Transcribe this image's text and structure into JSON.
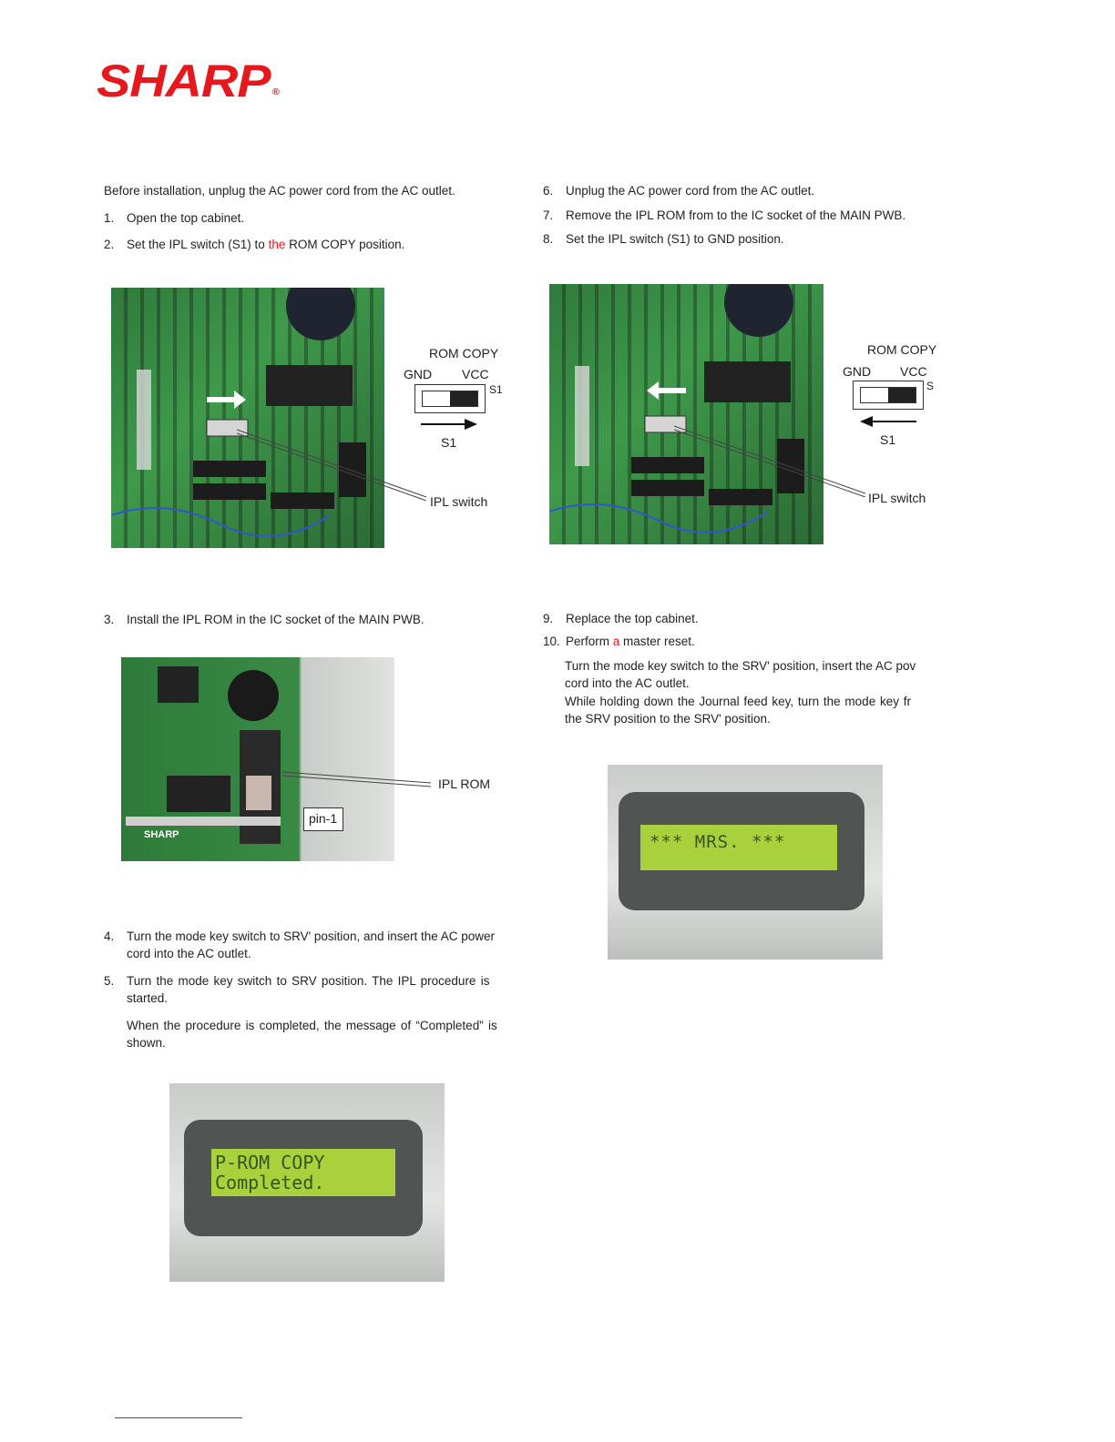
{
  "brand": {
    "logo_text": "SHARP",
    "registered": "®"
  },
  "left": {
    "intro": "Before installation, unplug the AC power cord from the AC outlet.",
    "steps_a": [
      {
        "num": "1.",
        "text": "Open the top cabinet."
      },
      {
        "num": "2.",
        "pre": "Set the IPL switch (S1) to ",
        "red": "the",
        "post": " ROM COPY position."
      }
    ],
    "figure1": {
      "rom_copy": "ROM COPY",
      "gnd": "GND",
      "vcc": "VCC",
      "s1_side": "S1",
      "s1_bottom": "S1",
      "callout": "IPL switch"
    },
    "step3": {
      "num": "3.",
      "text": "Install the IPL ROM in the IC socket of the MAIN PWB."
    },
    "figure2": {
      "callout": "IPL ROM",
      "pin": "pin-1"
    },
    "step4": {
      "num": "4.",
      "line1": "Turn the mode key switch to SRV' position, and insert the AC power",
      "line2": "cord into the AC outlet."
    },
    "step5": {
      "num": "5.",
      "line1": "Turn the mode key switch to SRV position. The IPL procedure is",
      "line2": "started."
    },
    "step5_note": {
      "line1": "When the procedure is completed, the message of “Completed” is",
      "line2": "shown."
    },
    "lcd": {
      "line1": "P-ROM COPY",
      "line2": "Completed."
    }
  },
  "right": {
    "steps_a": [
      {
        "num": "6.",
        "text": "Unplug the AC power cord from the AC outlet."
      },
      {
        "num": "7.",
        "text": "Remove the IPL ROM from to the IC socket of the MAIN PWB."
      },
      {
        "num": "8.",
        "text": "Set the IPL switch (S1) to GND position."
      }
    ],
    "figure1": {
      "rom_copy": "ROM COPY",
      "gnd": "GND",
      "vcc": "VCC",
      "s1_side": "S",
      "s1_bottom": "S1",
      "callout": "IPL switch"
    },
    "step9": {
      "num": "9.",
      "text": "Replace the top cabinet."
    },
    "step10": {
      "num": "10.",
      "pre": "Perform ",
      "red": "a",
      "post": " master reset."
    },
    "step10_note": {
      "line1": "Turn the mode key switch to the SRV' position, insert the AC pov",
      "line2": "cord into the AC outlet.",
      "line3": "While holding down the Journal feed key, turn the mode key fr",
      "line4": "the SRV position to the SRV' position."
    },
    "lcd": {
      "line1": "*** MRS. ***"
    }
  },
  "colors": {
    "brand_red": "#e4181d",
    "lcd_green": "#a9d13c",
    "pcb_green": "#2f7a3c"
  }
}
